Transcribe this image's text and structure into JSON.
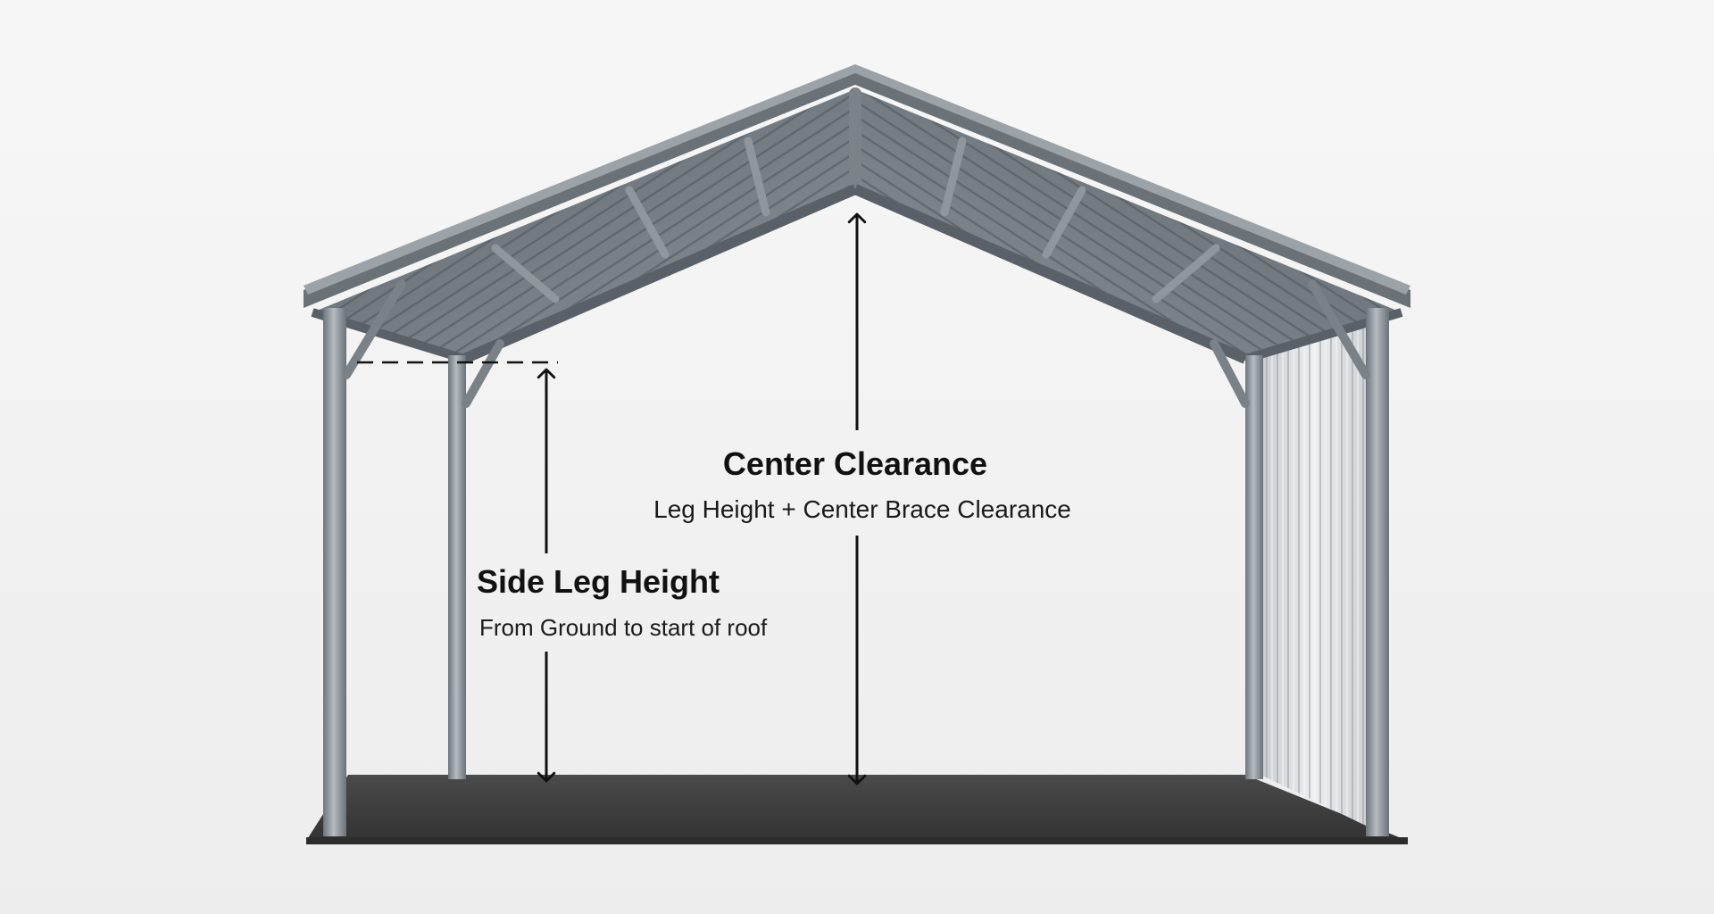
{
  "labels": {
    "center": {
      "title": "Center Clearance",
      "subtitle": "Leg Height + Center Brace Clearance"
    },
    "side": {
      "title": "Side Leg Height",
      "subtitle": "From Ground to start of roof"
    }
  },
  "colors": {
    "background": "#f4f4f4",
    "steel_dark": "#5b6168",
    "steel_mid": "#7f868d",
    "steel_light": "#a9afb5",
    "floor": "#3f3f3f",
    "arrow": "#111111",
    "panel_light": "#e3e5e7"
  }
}
